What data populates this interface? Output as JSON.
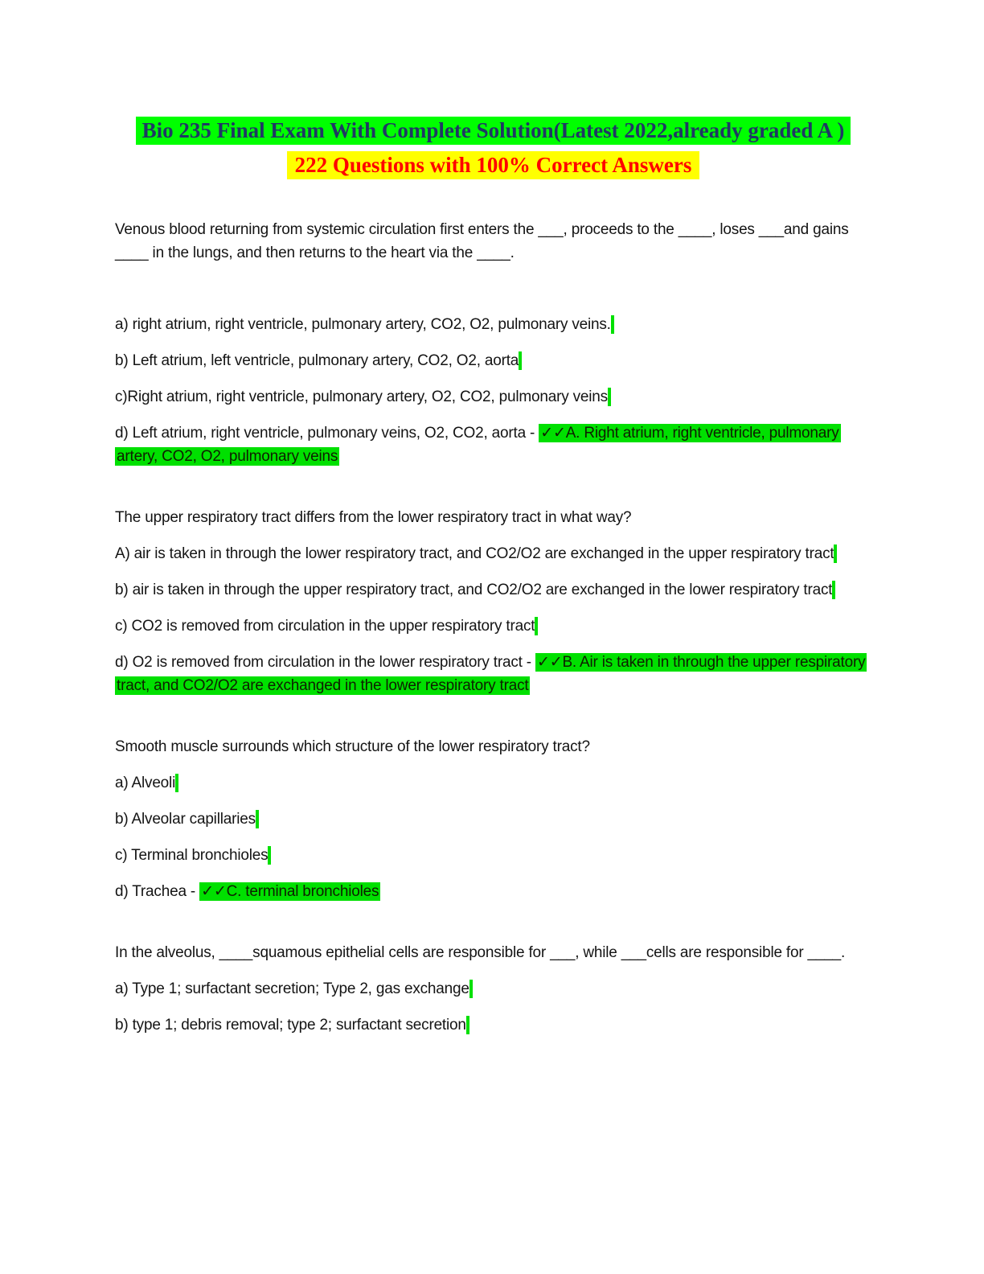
{
  "title": {
    "line1": "Bio 235 Final Exam With Complete Solution(Latest 2022,already graded A )",
    "line2": "222 Questions with 100% Correct Answers"
  },
  "colors": {
    "title_text": "#1f3864",
    "title_highlight": "#00ff00",
    "subtitle_text": "#ff0000",
    "subtitle_highlight": "#ffff00",
    "answer_highlight": "#00e000",
    "body_text": "#141414",
    "page_background": "#ffffff"
  },
  "questions": [
    {
      "stem": "Venous blood returning from systemic circulation first enters the ___, proceeds to the ____, loses ___and gains ____ in the lungs, and then returns to the heart via the ____.",
      "options": [
        {
          "text": "a) right atrium, right ventricle, pulmonary artery, CO2, O2, pulmonary veins."
        },
        {
          "text": "b) Left atrium, left ventricle, pulmonary artery, CO2, O2, aorta"
        },
        {
          "text": "c)Right atrium, right ventricle, pulmonary artery, O2, CO2, pulmonary veins"
        },
        {
          "text": "d) Left atrium, right ventricle, pulmonary veins, O2, CO2, aorta - ",
          "answer": "✓✓A. Right atrium, right ventricle, pulmonary artery, CO2, O2, pulmonary veins"
        }
      ]
    },
    {
      "stem": "The upper respiratory tract differs from the lower respiratory tract in what way?",
      "options": [
        {
          "text": "A) air is taken in through the lower respiratory tract, and CO2/O2 are exchanged in the upper respiratory tract"
        },
        {
          "text": "b) air is taken in through the upper respiratory tract, and CO2/O2 are exchanged in the lower respiratory tract"
        },
        {
          "text": "c) CO2 is removed from circulation in the upper respiratory tract"
        },
        {
          "text": "d) O2 is removed from circulation in the lower respiratory tract - ",
          "answer": "✓✓B. Air is taken in through the upper respiratory tract, and CO2/O2 are exchanged in the lower respiratory tract"
        }
      ]
    },
    {
      "stem": "Smooth muscle surrounds which structure of the lower respiratory tract?",
      "options": [
        {
          "text": "a) Alveoli"
        },
        {
          "text": "b) Alveolar capillaries"
        },
        {
          "text": "c) Terminal bronchioles"
        },
        {
          "text": "d) Trachea - ",
          "answer": "✓✓C. terminal bronchioles"
        }
      ]
    },
    {
      "stem": "In the alveolus, ____squamous epithelial cells are responsible for ___, while ___cells are responsible for ____.",
      "options": [
        {
          "text": "a) Type 1; surfactant secretion; Type 2, gas exchange"
        },
        {
          "text": "b) type 1; debris removal; type 2; surfactant secretion"
        }
      ]
    }
  ]
}
